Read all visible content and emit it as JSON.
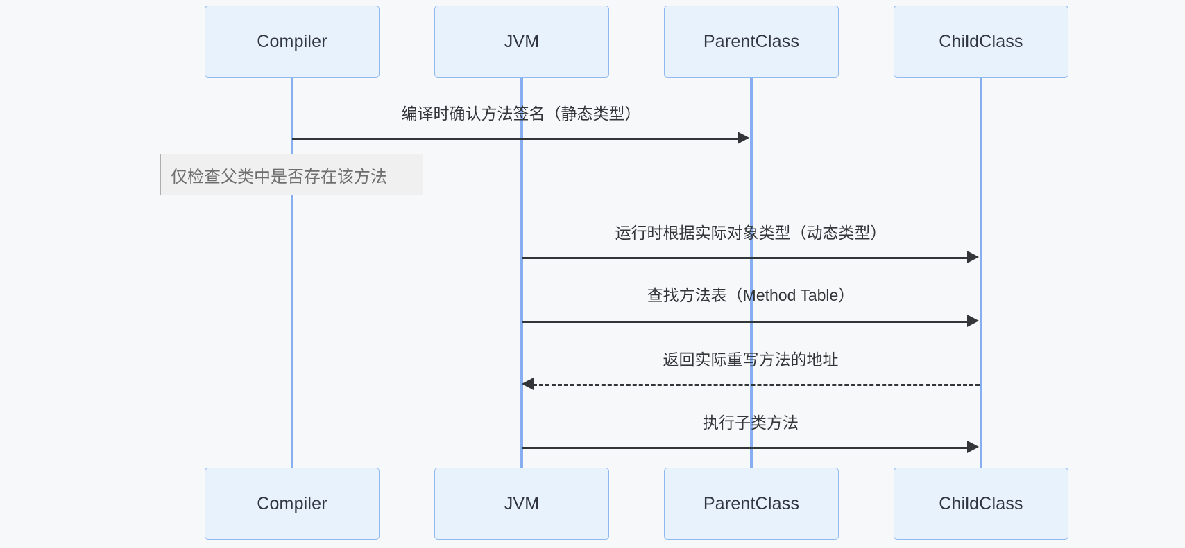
{
  "diagram": {
    "type": "sequence-diagram",
    "background_color": "#f7f8fa",
    "actor_fill": "#e8f2fd",
    "actor_border": "#90b9f0",
    "lifeline_color": "#87aef0",
    "message_color": "#333638",
    "note_fill": "#f0f0f0",
    "note_border": "#adadad",
    "note_text_color": "#6e6e6e"
  },
  "actors": [
    {
      "id": "compiler",
      "label": "Compiler"
    },
    {
      "id": "jvm",
      "label": "JVM"
    },
    {
      "id": "parentclass",
      "label": "ParentClass"
    },
    {
      "id": "childclass",
      "label": "ChildClass"
    }
  ],
  "actors_bottom": [
    {
      "id": "compiler",
      "label": "Compiler"
    },
    {
      "id": "jvm",
      "label": "JVM"
    },
    {
      "id": "parentclass",
      "label": "ParentClass"
    },
    {
      "id": "childclass",
      "label": "ChildClass"
    }
  ],
  "messages": [
    {
      "id": "m1",
      "from": "compiler",
      "to": "parentclass",
      "label": "编译时确认方法签名（静态类型）",
      "style": "solid",
      "direction": "right"
    },
    {
      "id": "m2",
      "from": "jvm",
      "to": "childclass",
      "label": "运行时根据实际对象类型（动态类型）",
      "style": "solid",
      "direction": "right"
    },
    {
      "id": "m3",
      "from": "jvm",
      "to": "childclass",
      "label": "查找方法表（Method Table）",
      "style": "solid",
      "direction": "right"
    },
    {
      "id": "m4",
      "from": "childclass",
      "to": "jvm",
      "label": "返回实际重写方法的地址",
      "style": "dashed",
      "direction": "left"
    },
    {
      "id": "m5",
      "from": "jvm",
      "to": "childclass",
      "label": "执行子类方法",
      "style": "solid",
      "direction": "right"
    }
  ],
  "notes": [
    {
      "id": "n1",
      "over": "compiler",
      "text": "仅检查父类中是否存在该方法"
    }
  ]
}
